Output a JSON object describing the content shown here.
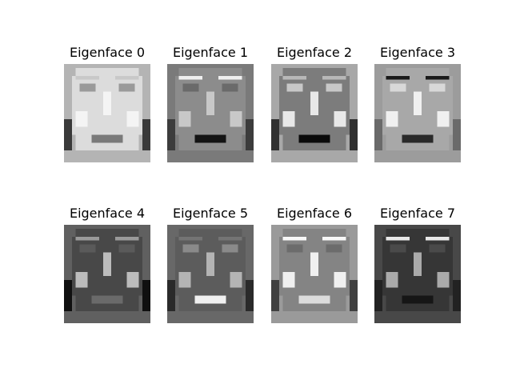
{
  "figure": {
    "panels": [
      {
        "title": "Eigenface 0",
        "background": "#b4b4b4",
        "face": "#dcdcdc",
        "eyes": "#9a9a9a",
        "brows": "#c8c8c8",
        "mouth": "#7a7a7a",
        "highlight": "#f4f4f4",
        "shadow": "#3a3a3a"
      },
      {
        "title": "Eigenface 1",
        "background": "#7a7a7a",
        "face": "#8c8c8c",
        "eyes": "#6a6a6a",
        "brows": "#f0f0f0",
        "mouth": "#141414",
        "highlight": "#c8c8c8",
        "shadow": "#3c3c3c"
      },
      {
        "title": "Eigenface 2",
        "background": "#a8a8a8",
        "face": "#7c7c7c",
        "eyes": "#c8c8c8",
        "brows": "#b8b8b8",
        "mouth": "#0a0a0a",
        "highlight": "#e8e8e8",
        "shadow": "#303030"
      },
      {
        "title": "Eigenface 3",
        "background": "#9c9c9c",
        "face": "#a8a8a8",
        "eyes": "#d8d8d8",
        "brows": "#1a1a1a",
        "mouth": "#2a2a2a",
        "highlight": "#f0f0f0",
        "shadow": "#6a6a6a"
      },
      {
        "title": "Eigenface 4",
        "background": "#606060",
        "face": "#484848",
        "eyes": "#5a5a5a",
        "brows": "#9a9a9a",
        "mouth": "#6a6a6a",
        "highlight": "#bcbcbc",
        "shadow": "#101010"
      },
      {
        "title": "Eigenface 5",
        "background": "#686868",
        "face": "#5c5c5c",
        "eyes": "#8a8a8a",
        "brows": "#747474",
        "mouth": "#f0f0f0",
        "highlight": "#b4b4b4",
        "shadow": "#2a2a2a"
      },
      {
        "title": "Eigenface 6",
        "background": "#9a9a9a",
        "face": "#848484",
        "eyes": "#6c6c6c",
        "brows": "#f8f8f8",
        "mouth": "#dcdcdc",
        "highlight": "#f0f0f0",
        "shadow": "#404040"
      },
      {
        "title": "Eigenface 7",
        "background": "#484848",
        "face": "#363636",
        "eyes": "#4a4a4a",
        "brows": "#e8e8e8",
        "mouth": "#161616",
        "highlight": "#aaaaaa",
        "shadow": "#222222"
      }
    ]
  }
}
